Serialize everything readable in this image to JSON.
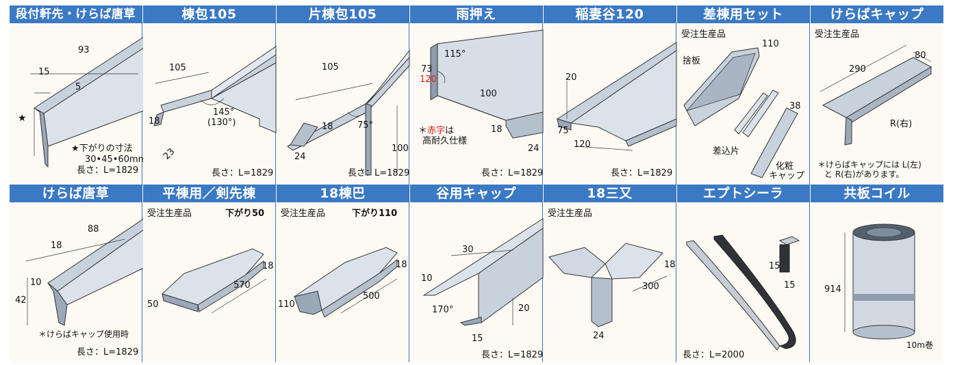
{
  "cells": [
    {
      "title": "段付軒先・けらば唐草",
      "length": "長さ：L=1829",
      "dims": {
        "a": "93",
        "b": "15",
        "c": "5"
      },
      "note_star": "★",
      "note1": "★下がりの寸法",
      "note2": "30•45•60mm"
    },
    {
      "title": "棟包105",
      "length": "長さ：L=1829",
      "dims": {
        "a": "105",
        "b": "145°",
        "c": "(130°)",
        "d": "18",
        "e": "23"
      }
    },
    {
      "title": "片棟包105",
      "length": "長さ：L=1829",
      "dims": {
        "a": "105",
        "b": "18",
        "c": "75°",
        "d": "24",
        "e": "100"
      }
    },
    {
      "title": "雨押え",
      "length": "長さ：L=1829",
      "dims": {
        "a": "73",
        "a_red": "120",
        "b": "115°",
        "c": "100",
        "d": "18",
        "e": "24"
      },
      "note_pre": "＊",
      "note_red": "赤字",
      "note_post": "は",
      "note2": "高耐久仕様"
    },
    {
      "title": "稲妻谷120",
      "length": "長さ：L=1829",
      "dims": {
        "a": "20",
        "b": "75",
        "c": "120"
      }
    },
    {
      "title": "差棟用セット",
      "order": "受注生産品",
      "dims": {
        "a": "110",
        "b": "38"
      },
      "labels": {
        "a": "捨板",
        "b": "差込片",
        "c": "化粧",
        "d": "キャップ"
      }
    },
    {
      "title": "けらばキャップ",
      "order": "受注生産品",
      "dims": {
        "a": "290",
        "b": "80"
      },
      "side": "R(右)",
      "note1": "＊けらばキャップには L(左)",
      "note2": "と R(右)があります。"
    },
    {
      "title": "けらば唐草",
      "length": "長さ：L=1829",
      "dims": {
        "a": "88",
        "b": "18",
        "c": "10",
        "d": "42"
      },
      "note": "＊けらばキャップ使用時"
    },
    {
      "title": "平棟用／剣先棟",
      "order": "受注生産品",
      "drop": "下がり50",
      "dims": {
        "a": "18",
        "b": "50",
        "c": "570"
      }
    },
    {
      "title": "18棟巴",
      "order": "受注生産品",
      "drop": "下がり110",
      "dims": {
        "a": "18",
        "b": "110",
        "c": "500"
      }
    },
    {
      "title": "谷用キャップ",
      "length": "長さ：L=1829",
      "dims": {
        "a": "30",
        "b": "10",
        "c": "170°",
        "d": "20",
        "e": "15"
      }
    },
    {
      "title": "18三又",
      "order": "受注生産品",
      "dims": {
        "a": "18",
        "b": "300",
        "c": "24"
      }
    },
    {
      "title": "エプトシーラ",
      "length": "長さ：L=2000",
      "dims": {
        "a": "15",
        "b": "15"
      }
    },
    {
      "title": "共板コイル",
      "dims": {
        "a": "914"
      },
      "roll": "10m巻"
    }
  ],
  "colors": {
    "header": "#3b79c4",
    "border": "#3d6fb0",
    "cell_bg": "#fcfaf3",
    "metal": "#c9d3de",
    "red": "#e01a1a"
  }
}
